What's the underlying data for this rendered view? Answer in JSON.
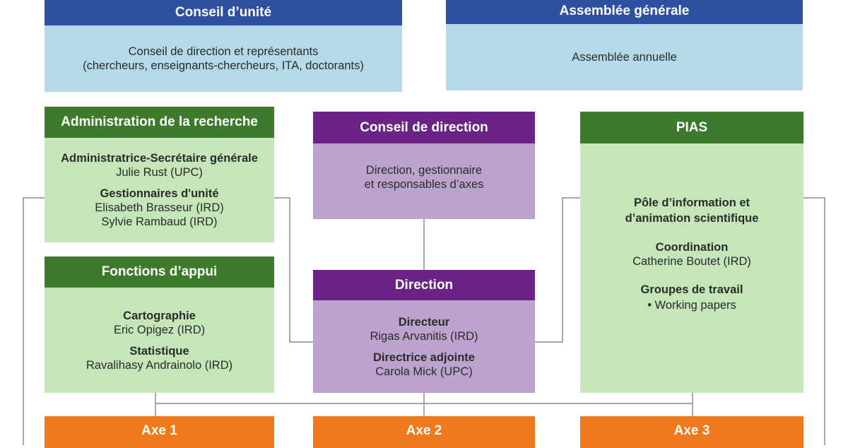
{
  "conseil_unite": {
    "title": "Conseil d’unité",
    "line1": "Conseil de direction et représentants",
    "line2": "(chercheurs, enseignants-chercheurs, ITA, doctorants)"
  },
  "assemblee": {
    "title": "Assemblée générale",
    "line1": "Assemblée annuelle"
  },
  "admin": {
    "title": "Administration de la recherche",
    "role1": "Administratrice-Secrétaire générale",
    "person1": "Julie Rust (UPC)",
    "role2": "Gestionnaires d'unité",
    "person2a": "Elisabeth Brasseur (IRD)",
    "person2b": "Sylvie Rambaud (IRD)"
  },
  "appui": {
    "title": "Fonctions d’appui",
    "role1": "Cartographie",
    "person1": "Eric Opigez (IRD)",
    "role2": "Statistique",
    "person2": "Ravalihasy Andrainolo (IRD)"
  },
  "conseil_direction": {
    "title": "Conseil de direction",
    "line1": "Direction, gestionnaire",
    "line2": "et responsables d’axes"
  },
  "direction": {
    "title": "Direction",
    "role1": "Directeur",
    "person1": "Rigas Arvanitis (IRD)",
    "role2": "Directrice adjointe",
    "person2": "Carola Mick (UPC)"
  },
  "pias": {
    "title": "PIAS",
    "pole1": "Pôle d’information et",
    "pole2": "d’animation scientifique",
    "role1": "Coordination",
    "person1": "Catherine Boutet (IRD)",
    "role2": "Groupes de travail",
    "item1": "• Working papers"
  },
  "axes": {
    "axe1": "Axe 1",
    "axe2": "Axe 2",
    "axe3": "Axe 3"
  },
  "colors": {
    "blue_header": "#2f4fa0",
    "blue_body": "#b4dae9",
    "green_header": "#3d7a2b",
    "green_body": "#c4e6b9",
    "purple_header": "#6b2486",
    "purple_body": "#bba3ce",
    "orange_header": "#f07a1b",
    "connector": "#8c8c8c"
  }
}
